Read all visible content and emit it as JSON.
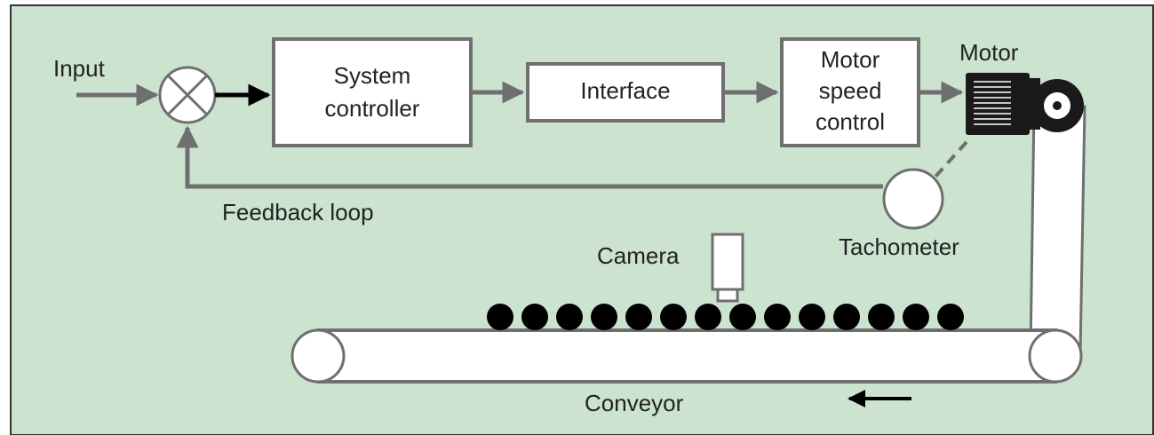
{
  "labels": {
    "input": "Input",
    "system_controller_line1": "System",
    "system_controller_line2": "controller",
    "interface": "Interface",
    "motor_speed_line1": "Motor",
    "motor_speed_line2": "speed",
    "motor_speed_line3": "control",
    "motor": "Motor",
    "feedback_loop": "Feedback loop",
    "tachometer": "Tachometer",
    "camera": "Camera",
    "conveyor": "Conveyor"
  },
  "conveyor_items_count": 14,
  "colors": {
    "background": "#cce3d0",
    "frame": "#333333",
    "box_fill": "#ffffff",
    "box_stroke": "#6f6f6f",
    "arrow": "#6f6f6f",
    "strong_arrow": "#000000",
    "motor_body": "#1a1a1a",
    "item": "#000000"
  },
  "icons": {
    "summing_junction": "summing-junction-icon",
    "motor": "motor-icon",
    "camera": "camera-icon",
    "tachometer": "tachometer-icon"
  }
}
